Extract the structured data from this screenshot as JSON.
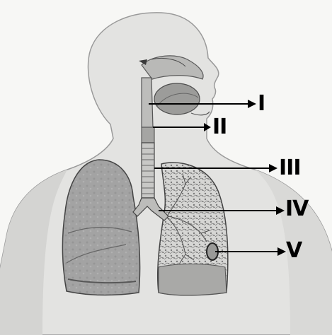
{
  "labels": [
    {
      "id": "I",
      "text": "I"
    },
    {
      "id": "II",
      "text": "II"
    },
    {
      "id": "III",
      "text": "III"
    },
    {
      "id": "IV",
      "text": "IV"
    },
    {
      "id": "V",
      "text": "V"
    }
  ],
  "colors": {
    "background": "#f7f7f5",
    "body_fill": "#e2e2e0",
    "lung_fill": "#a8a8a8",
    "pointer": "#000000"
  }
}
